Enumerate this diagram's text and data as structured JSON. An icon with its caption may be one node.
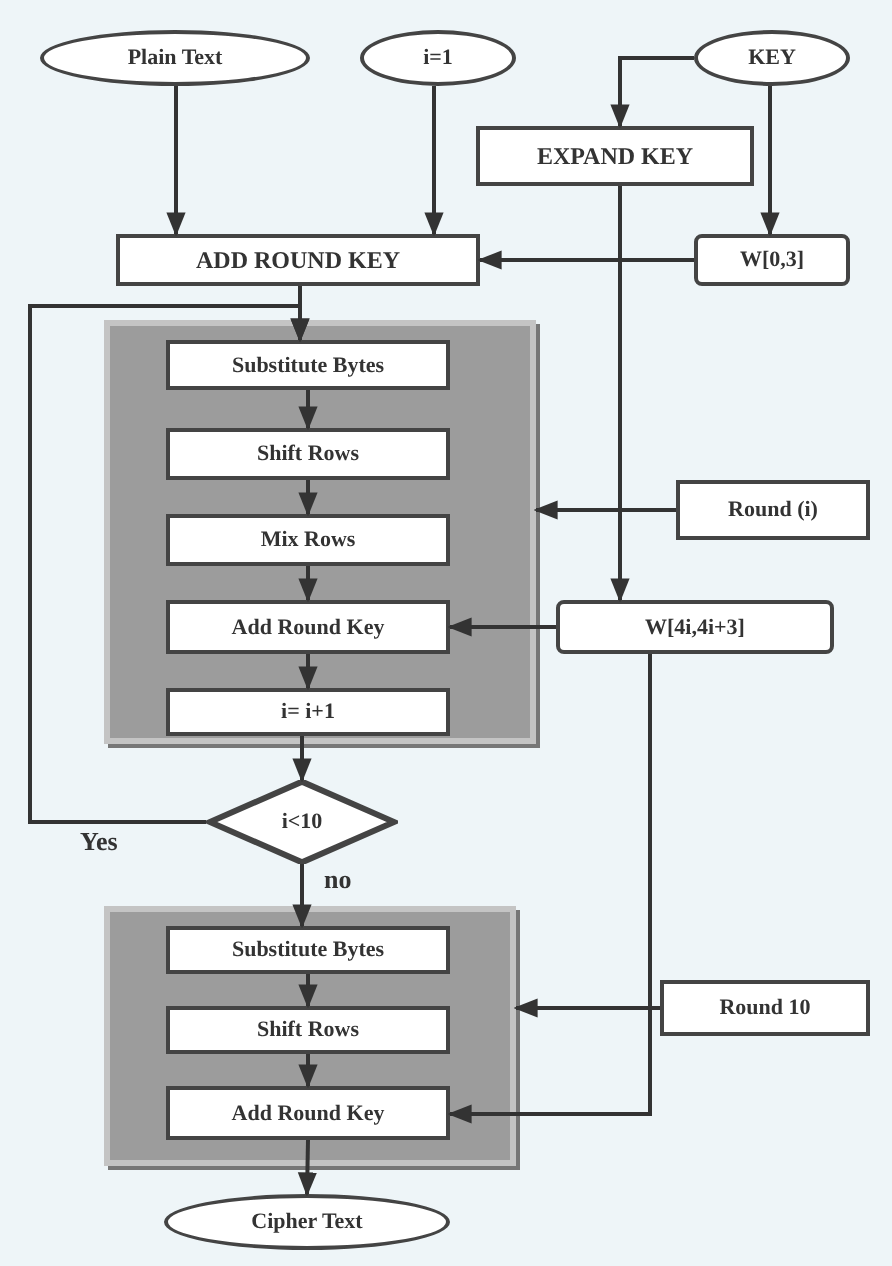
{
  "diagram": {
    "nodes": [
      {
        "text": [
          "Plain Text"
        ]
      },
      {
        "text": [
          "i=1"
        ]
      },
      {
        "text": [
          "KEY"
        ]
      },
      {
        "text": [
          "EXPAND KEY"
        ]
      },
      {
        "text": [
          "ADD ROUND KEY"
        ]
      },
      {
        "text": [
          "W[0,3]"
        ]
      },
      {
        "text": [],
        "shape": "box"
      },
      {
        "text": [
          "Substitute Bytes"
        ],
        "in": 6
      },
      {
        "text": [
          "Shift Rows"
        ],
        "in": 6
      },
      {
        "text": [
          "Mix Rows"
        ],
        "in": 6
      },
      {
        "text": [
          "Add Round Key"
        ],
        "in": 6
      },
      {
        "text": [
          "i= i+1"
        ],
        "in": 6
      },
      {
        "text": [
          "Round (i)"
        ]
      },
      {
        "text": [
          "W[4i,4i+3]"
        ]
      },
      {
        "text": [
          "i<10"
        ]
      },
      {
        "text": [],
        "shape": "box"
      },
      {
        "text": [
          "Substitute Bytes"
        ],
        "in": 15
      },
      {
        "text": [
          "Shift Rows"
        ],
        "in": 15
      },
      {
        "text": [
          "Add Round Key"
        ],
        "in": 15
      },
      {
        "text": [
          "Round 10"
        ]
      },
      {
        "text": [
          "Cipher Text"
        ]
      }
    ],
    "edges": [
      {
        "from": 0,
        "to": 4,
        "arrow": "to"
      },
      {
        "from": 1,
        "to": 4,
        "arrow": "to"
      },
      {
        "from": 2,
        "to": 3,
        "arrow": "to"
      },
      {
        "from": 2,
        "to": 5,
        "arrow": "to"
      },
      {
        "from": 5,
        "to": 4,
        "arrow": "to"
      },
      {
        "from": 4,
        "to": 7,
        "arrow": "to"
      },
      {
        "from": 7,
        "to": 8,
        "arrow": "to"
      },
      {
        "from": 8,
        "to": 9,
        "arrow": "to"
      },
      {
        "from": 9,
        "to": 10,
        "arrow": "to"
      },
      {
        "from": 10,
        "to": 11,
        "arrow": "to"
      },
      {
        "from": 11,
        "to": 14,
        "arrow": "to"
      },
      {
        "from": 14,
        "to": 7,
        "arrow": "to",
        "label": "Yes"
      },
      {
        "from": 14,
        "to": 16,
        "arrow": "to",
        "label": "no"
      },
      {
        "from": 3,
        "to": 13,
        "arrow": "to"
      },
      {
        "from": 12,
        "to": 6,
        "arrow": "to"
      },
      {
        "from": 13,
        "to": 10,
        "arrow": "to"
      },
      {
        "from": 13,
        "to": 18,
        "arrow": "to"
      },
      {
        "from": 19,
        "to": 15,
        "arrow": "to"
      },
      {
        "from": 16,
        "to": 17,
        "arrow": "to"
      },
      {
        "from": 17,
        "to": 18,
        "arrow": "to"
      },
      {
        "from": 18,
        "to": 20,
        "arrow": "to"
      }
    ]
  }
}
